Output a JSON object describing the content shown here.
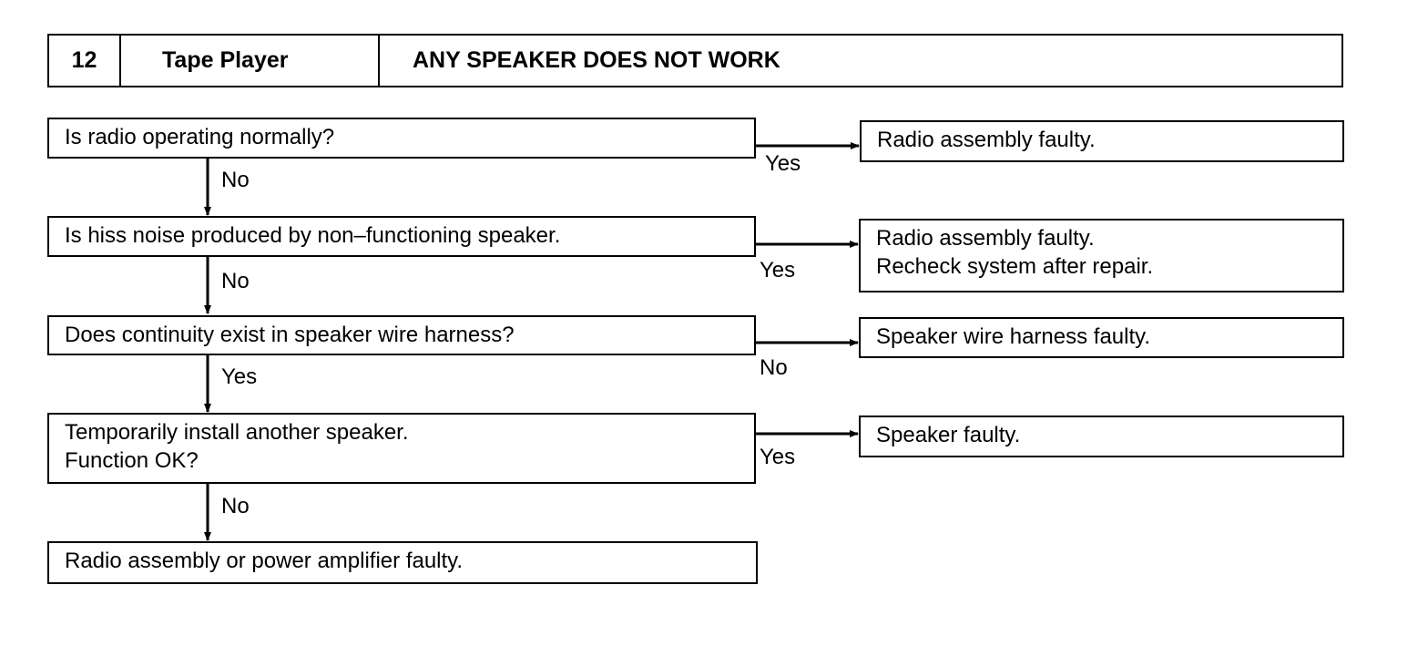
{
  "header": {
    "number": "12",
    "system": "Tape Player",
    "title": "ANY SPEAKER DOES NOT WORK"
  },
  "steps": [
    {
      "question": [
        "Is radio operating normally?"
      ],
      "branch_label": "Yes",
      "result": [
        "Radio assembly faulty."
      ],
      "down_label": "No"
    },
    {
      "question": [
        "Is hiss noise produced by non–functioning speaker."
      ],
      "branch_label": "Yes",
      "result": [
        "Radio assembly faulty.",
        "Recheck system after repair."
      ],
      "down_label": "No"
    },
    {
      "question": [
        "Does continuity exist in speaker wire harness?"
      ],
      "branch_label": "No",
      "result": [
        "Speaker wire harness faulty."
      ],
      "down_label": "Yes"
    },
    {
      "question": [
        "Temporarily install another speaker.",
        "Function OK?"
      ],
      "branch_label": "Yes",
      "result": [
        "Speaker faulty."
      ],
      "down_label": "No"
    }
  ],
  "final": [
    "Radio assembly or power amplifier faulty."
  ]
}
